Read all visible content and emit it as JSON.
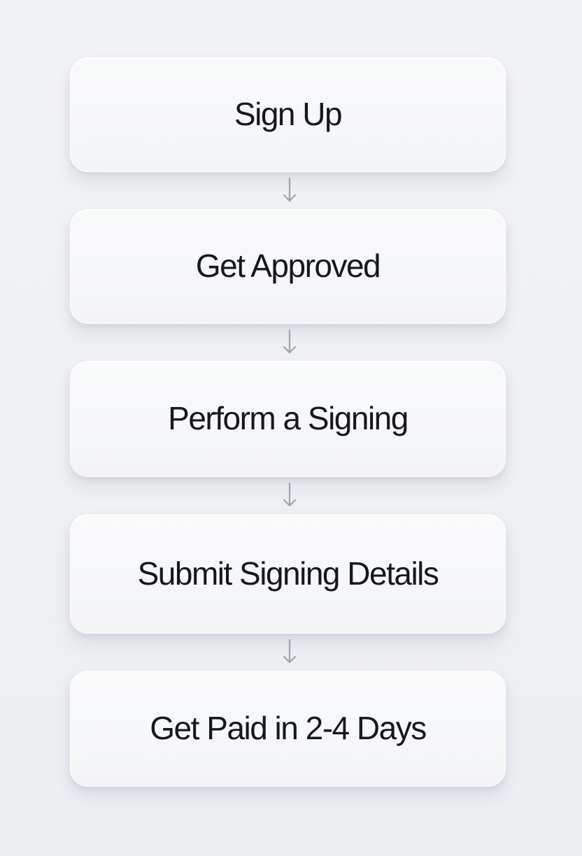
{
  "flow": {
    "steps": [
      {
        "label": "Sign Up"
      },
      {
        "label": "Get Approved"
      },
      {
        "label": "Perform a Signing"
      },
      {
        "label": "Submit Signing Details"
      },
      {
        "label": "Get Paid in 2-4 Days"
      }
    ],
    "connector_icon": "arrow-down-icon"
  },
  "colors": {
    "background": "#eef0f4",
    "card": "#f6f7f9",
    "text": "#16181c",
    "arrow": "#9ca3ad"
  }
}
